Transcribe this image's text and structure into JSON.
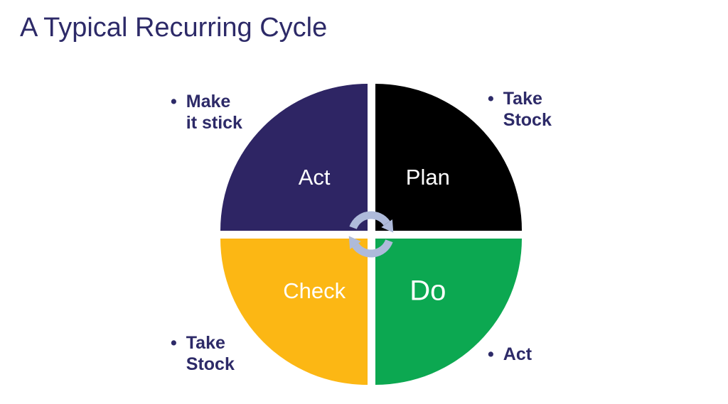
{
  "slide": {
    "title": "A Typical Recurring Cycle"
  },
  "colors": {
    "background": "#ffffff",
    "title_text": "#2d2a68",
    "annotation_text": "#2d2a68",
    "quadrant_label_text": "#ffffff",
    "act_quadrant": "#2e2564",
    "plan_quadrant": "#000000",
    "check_quadrant": "#fcb714",
    "do_quadrant": "#0ca851",
    "cycle_arrows": "#aebada",
    "divider_cross": "#ffffff"
  },
  "diagram": {
    "type": "pdca-cycle-four-quadrants",
    "rotation_direction": "clockwise",
    "center_icon": "cycle-arrows-clockwise-icon",
    "quadrants": {
      "top_left": {
        "label": "Act"
      },
      "top_right": {
        "label": "Plan"
      },
      "bottom_left": {
        "label": "Check"
      },
      "bottom_right": {
        "label": "Do"
      }
    },
    "annotations": {
      "top_left": {
        "bullet": "•",
        "line1": "Make",
        "line2": "it stick"
      },
      "top_right": {
        "bullet": "•",
        "line1": "Take",
        "line2": "Stock"
      },
      "bottom_left": {
        "bullet": "•",
        "line1": "Take",
        "line2": "Stock"
      },
      "bottom_right": {
        "bullet": "•",
        "line1": "Act"
      }
    }
  }
}
